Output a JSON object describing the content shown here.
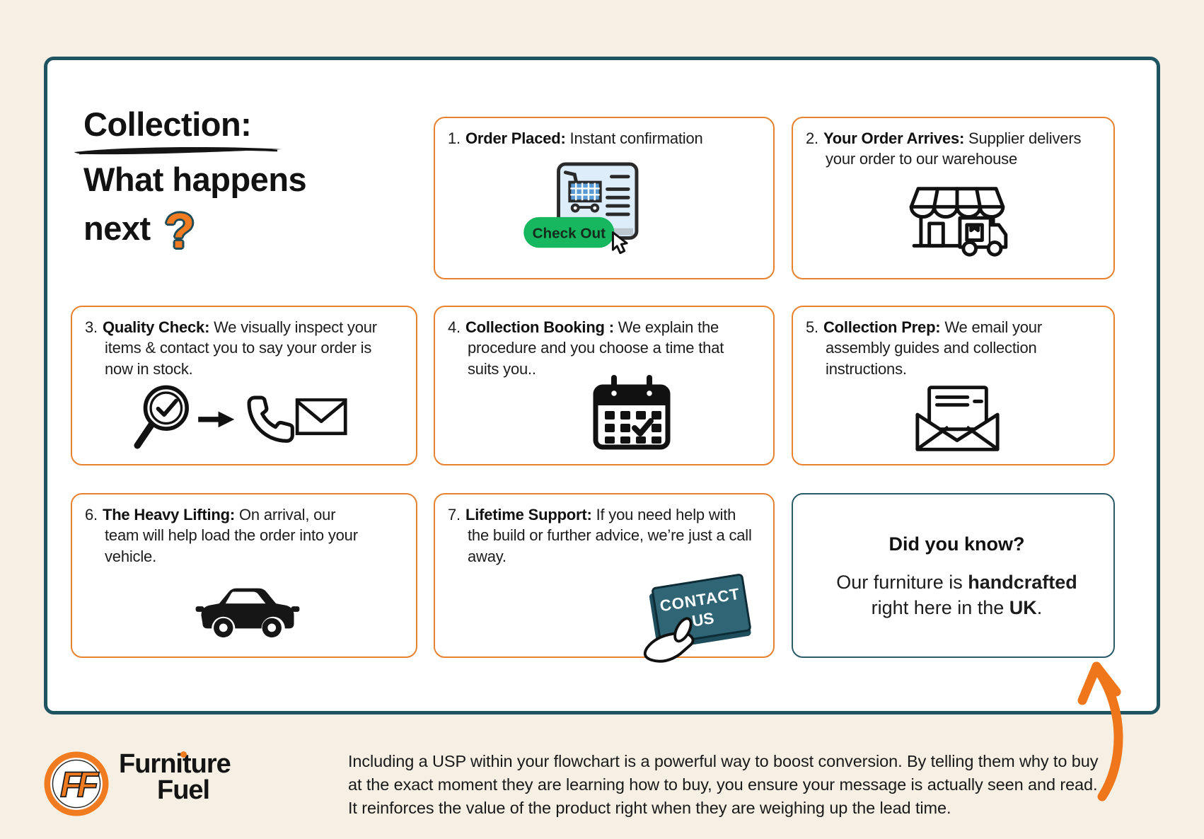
{
  "header": {
    "title_line1": "Collection:",
    "title_line2": "What happens",
    "title_line3": "next",
    "question_mark": "?"
  },
  "steps": [
    {
      "number": "1.",
      "title": "Order Placed:",
      "text": " Instant confirmation",
      "button_label": "Check Out"
    },
    {
      "number": "2.",
      "title": "Your Order Arrives:",
      "text": " Supplier delivers your order to our warehouse"
    },
    {
      "number": "3.",
      "title": "Quality Check:",
      "text": " We visually inspect your items & contact you to say your order is now in stock."
    },
    {
      "number": "4.",
      "title": "Collection Booking :",
      "text": " We explain the procedure and you choose a time that suits you.."
    },
    {
      "number": "5.",
      "title": "Collection Prep:",
      "text": " We email your assembly guides and collection instructions."
    },
    {
      "number": "6.",
      "title": "The Heavy Lifting:",
      "text": " On arrival, our team will help load the order into your vehicle."
    },
    {
      "number": "7.",
      "title": "Lifetime Support:",
      "text": " If you need help with the build or further advice, we’re just a call away.",
      "card_line1": "CONTACT",
      "card_line2": "US"
    }
  ],
  "did_you_know": {
    "heading": "Did you know?",
    "t1": "Our furniture is ",
    "b1": "handcrafted",
    "t2": " right here in the ",
    "b2": "UK",
    "t3": "."
  },
  "footer": {
    "brand_line1": "Furniture",
    "brand_line2": "Fuel",
    "brand_initials": "FF",
    "note": "Including a USP within your flowchart is a powerful way to boost conversion. By telling them why to buy at the exact moment they are learning how to buy, you ensure your message is actually seen and read. It reinforces the value of the product right when they are weighing up the lead time."
  },
  "colors": {
    "background": "#F5F0E3",
    "panel_border": "#1E5362",
    "step_border": "#E8822E",
    "accent_orange": "#F07B20",
    "button_green": "#17B75F",
    "card_teal": "#2F6575"
  }
}
